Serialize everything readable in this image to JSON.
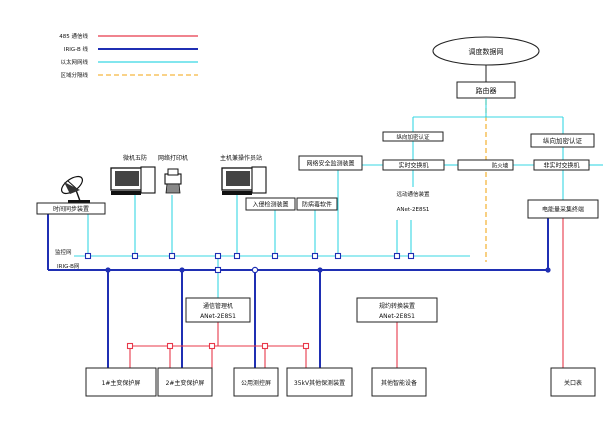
{
  "legend": {
    "items": [
      {
        "label": "485 通信线",
        "color": "#e8394a"
      },
      {
        "label": "IRIG-B  线",
        "color": "#1f2fb3"
      },
      {
        "label": "以太网网线",
        "color": "#38d7e3"
      },
      {
        "label": "区域分隔线",
        "color": "#f5b740"
      }
    ]
  },
  "colors": {
    "line_485": "#e8394a",
    "line_irig": "#1f2fb3",
    "line_eth": "#38d7e3",
    "line_zone": "#f5b740",
    "box_stroke": "#222222"
  },
  "network": {
    "dispatch": "调度数据网",
    "router": "路由器",
    "auth_left": "纵向加密认证",
    "auth_right": "纵向加密认证",
    "realtime_switch": "实时交换机",
    "firewall": "防火墙",
    "nonrealtime_switch": "非实时交换机",
    "telecontrol": "远动通信装置",
    "telecontrol_model": "ANet-2E8S1",
    "energy_terminal": "电能量采集终端",
    "net_monitor": "网络安全监测装置",
    "time_sync": "时间同步装置",
    "intrusion": "入侵检测装置",
    "antivirus": "防病毒软件",
    "comm_manager": "通信管理机",
    "comm_manager_model": "ANet-2E8S1",
    "protocol_conv": "规约转换装置",
    "protocol_conv_model": "ANet-2E8S1",
    "other_devices": "其他智能设备",
    "gate_meter": "关口表",
    "monitor_net": "监控网",
    "irig_net": "IRIG-B网"
  },
  "computers": {
    "five_defense": "微机五防",
    "printer": "网络打印机",
    "host_station": "主机兼操作员站"
  },
  "bottom": {
    "t1": "1#主变保护屏",
    "t2": "2#主变保护屏",
    "public": "公用测控屏",
    "kv35": "35kV其他保测装置"
  }
}
